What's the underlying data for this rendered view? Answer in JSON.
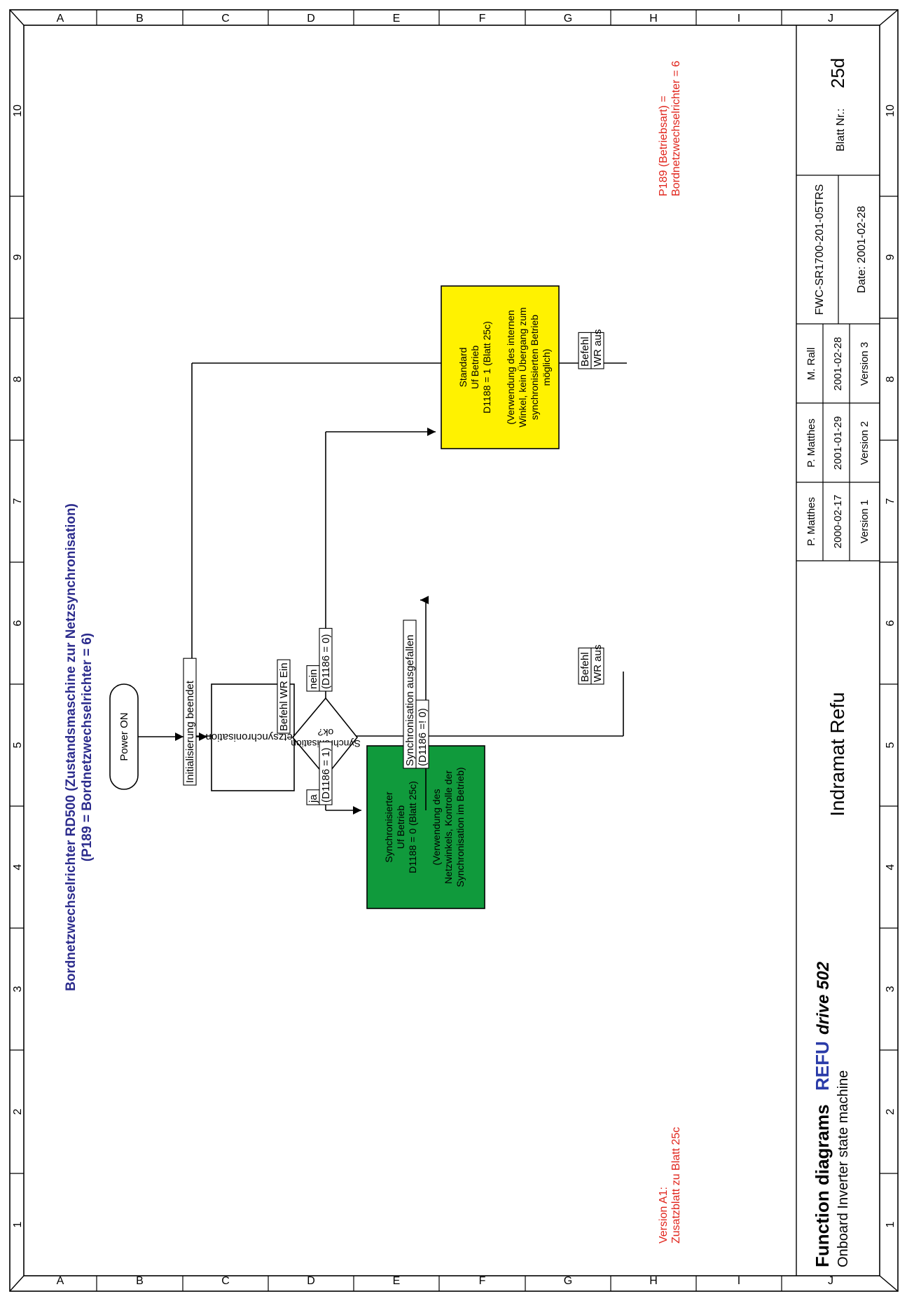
{
  "diagram": {
    "title_line1": "Bordnetzwechselrichter RD500 (Zustandsmaschine zur Netzsynchronisation)",
    "title_line2": "(P189 = Bordnetzwechselrichter = 6)",
    "note_line1": "P189 (Betriebsart) =",
    "note_line2": "Bordnetzwechselrichter = 6",
    "version_note_line1": "Version A1:",
    "version_note_line2": "Zusatzblatt zu Blatt 25c",
    "power_on": "Power ON",
    "init_done": "Initialisierung beendet",
    "netzsync": "Netzsynchronisation",
    "befehl_wr_ein": "Befehl WR Ein",
    "decision_line1": "Synchronisation",
    "decision_line2": "ok?",
    "ja": "ja",
    "ja_cond": "(D1186 = 1)",
    "nein": "nein",
    "nein_cond": "(D1186 = 0)",
    "sync_fail": "Synchronisation ausgefallen",
    "sync_fail_cond": "(D1186 =! 0)",
    "green_state": "Synchronisierter\nUf Betrieb\nD1188 = 0 (Blatt 25c)\n\n(Verwendung des\nNetzwinkels, Kontrolle der\nSynchronisation im Betrieb)",
    "yellow_state": "Standard\nUf Betrieb\nD1188 = 1 (Blatt 25c)\n\n(Verwendung des internen\nWinkel, kein Übergang zum\nsynchronisierten Betrieb\nmöglich)",
    "befehl1": "Befehl",
    "wr_aus1": "WR aus",
    "befehl2": "Befehl",
    "wr_aus2": "WR aus"
  },
  "title_block": {
    "heading": "Function diagrams",
    "brand": "REFU",
    "product": "drive 502",
    "subtitle": "Onboard Inverter state machine",
    "company": "Indramat Refu",
    "authors": [
      "P. Matthes",
      "P. Matthes",
      "M. Rall"
    ],
    "dates": [
      "2000-02-17",
      "2001-01-29",
      "2001-02-28"
    ],
    "versions": [
      "Version 1",
      "Version 2",
      "Version 3"
    ],
    "doc_number": "FWC-SR1700-201-05TRS",
    "date_label": "Date:  2001-02-28",
    "sheet_label": "Blatt Nr.:",
    "sheet_number": "25d"
  },
  "frame": {
    "row_letters": [
      "A",
      "B",
      "C",
      "D",
      "E",
      "F",
      "G",
      "H",
      "I",
      "J"
    ],
    "column_numbers": [
      "1",
      "2",
      "3",
      "4",
      "5",
      "6",
      "7",
      "8",
      "9",
      "10"
    ]
  },
  "colors": {
    "title_blue": "#2b2b8c",
    "note_red": "#e0241b",
    "green_state": "#109a3c",
    "yellow_state": "#fff200",
    "brand_blue": "#2a3ba8"
  }
}
